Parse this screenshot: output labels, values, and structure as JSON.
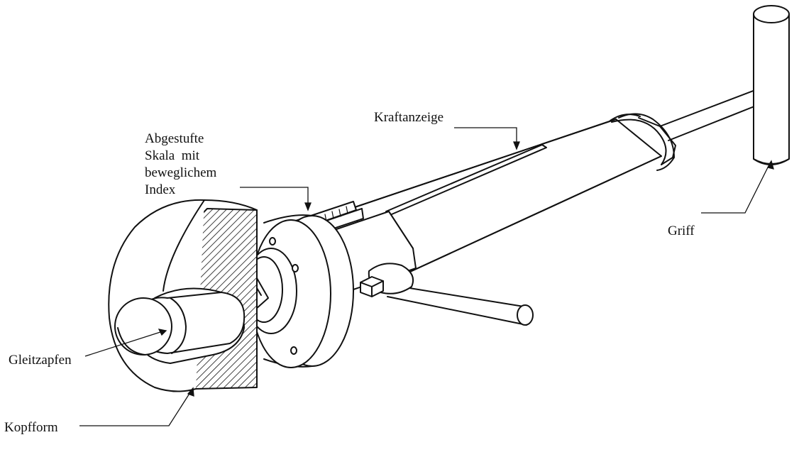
{
  "labels": {
    "kraftanzeige": "Kraftanzeige",
    "skala": [
      "Abgestufte",
      "Skala  mit",
      "beweglichem",
      "Index"
    ],
    "griff": "Griff",
    "gleitzapfen": "Gleitzapfen",
    "kopfform": "Kopfform"
  },
  "colors": {
    "line": "#111111",
    "background": "#ffffff"
  }
}
